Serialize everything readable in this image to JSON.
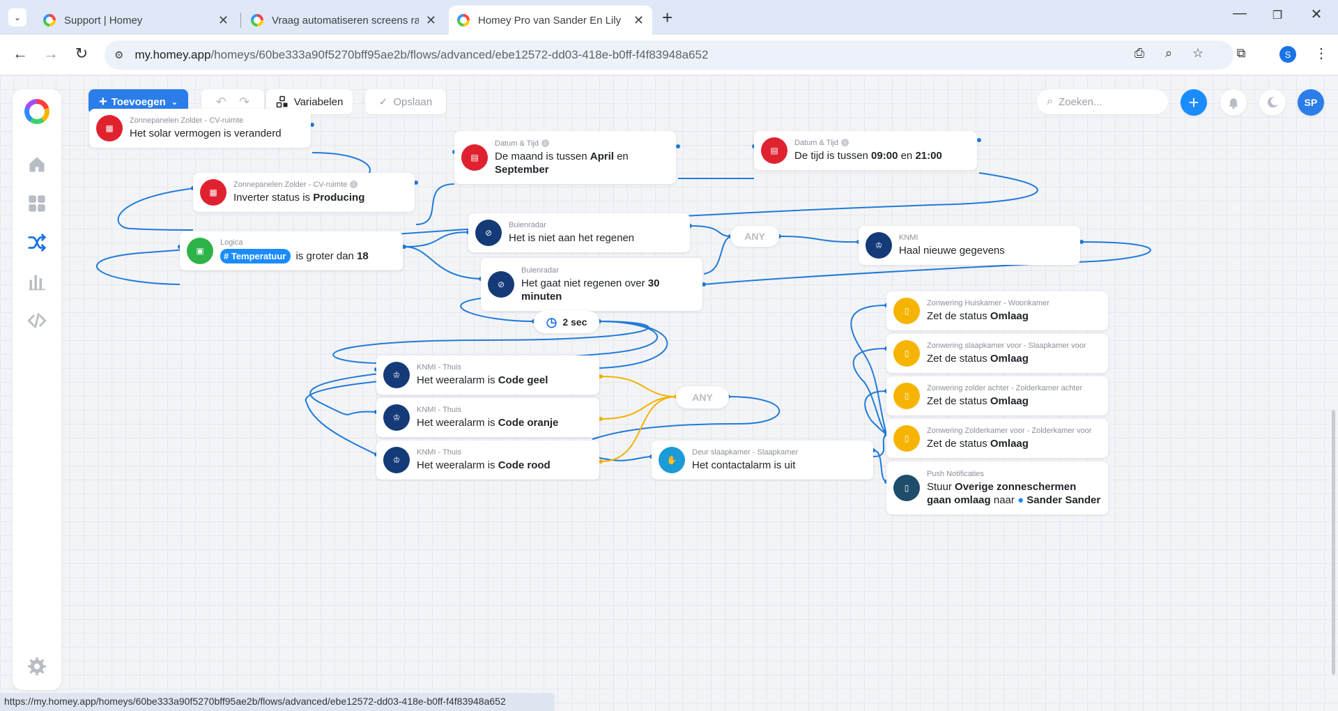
{
  "browser": {
    "tabs": [
      {
        "title": "Support | Homey"
      },
      {
        "title": "Vraag automatiseren screens ra"
      },
      {
        "title": "Homey Pro van Sander En Lily"
      }
    ],
    "url_host": "my.homey.app",
    "url_path": "/homeys/60be333a90f5270bff95ae2b/flows/advanced/ebe12572-dd03-418e-b0ff-f4f83948a652",
    "profile_initial": "S",
    "status_url": "https://my.homey.app/homeys/60be333a90f5270bff95ae2b/flows/advanced/ebe12572-dd03-418e-b0ff-f4f83948a652"
  },
  "toolbar": {
    "add_label": "Toevoegen",
    "variables_label": "Variabelen",
    "save_label": "Opslaan",
    "search_placeholder": "Zoeken...",
    "avatar_initials": "SP"
  },
  "cards": {
    "solar": {
      "sub": "Zonnepanelen Zolder - CV-ruimte",
      "text": "Het solar vermogen is veranderd"
    },
    "inverter": {
      "sub": "Zonnepanelen Zolder - CV-ruimte",
      "pre": "Inverter status is ",
      "bold": "Producing"
    },
    "month": {
      "sub": "Datum & Tijd",
      "pre": "De maand is tussen ",
      "b1": "April",
      "mid": " en ",
      "b2": "September"
    },
    "time": {
      "sub": "Datum & Tijd",
      "pre": "De tijd is tussen ",
      "b1": "09:00",
      "mid": " en ",
      "b2": "21:00"
    },
    "logic": {
      "sub": "Logica",
      "tag": "Temperatuur",
      "mid": " is groter dan ",
      "bold": "18"
    },
    "norain": {
      "sub": "Buienradar",
      "text": "Het is niet aan het regenen"
    },
    "norain30": {
      "sub": "Buienradar",
      "pre": "Het gaat niet regenen over ",
      "bold": "30 minuten"
    },
    "knmi_fetch": {
      "sub": "KNMI",
      "text": "Haal nieuwe gegevens"
    },
    "delay": {
      "text": "2 sec"
    },
    "any1": {
      "text": "ANY"
    },
    "any2": {
      "text": "ANY"
    },
    "alarm_geel": {
      "sub": "KNMI - Thuis",
      "pre": "Het weeralarm is ",
      "bold": "Code geel"
    },
    "alarm_oranje": {
      "sub": "KNMI - Thuis",
      "pre": "Het weeralarm is ",
      "bold": "Code oranje"
    },
    "alarm_rood": {
      "sub": "KNMI - Thuis",
      "pre": "Het weeralarm is ",
      "bold": "Code rood"
    },
    "door": {
      "sub": "Deur slaapkamer - Slaapkamer",
      "text": "Het contactalarm is uit"
    },
    "shade1": {
      "sub": "Zonwering Huiskamer - Woonkamer",
      "pre": "Zet de status ",
      "bold": "Omlaag"
    },
    "shade2": {
      "sub": "Zonwering slaapkamer voor - Slaapkamer voor",
      "pre": "Zet de status ",
      "bold": "Omlaag"
    },
    "shade3": {
      "sub": "Zonwering zolder achter - Zolderkamer achter",
      "pre": "Zet de status ",
      "bold": "Omlaag"
    },
    "shade4": {
      "sub": "Zonwering Zolderkamer voor - Zolderkamer voor",
      "pre": "Zet de status ",
      "bold": "Omlaag"
    },
    "push": {
      "sub": "Push Notificaties",
      "pre": "Stuur ",
      "bold": "Overige zonneschermen gaan omlaag",
      "mid": " naar ",
      "user": "Sander Sander"
    }
  },
  "colors": {
    "wire": "#1f7ad8",
    "wire_alt": "#f2b200",
    "accent": "#2b7de9"
  },
  "icons": {
    "nav": [
      "home-icon",
      "devices-grid-icon",
      "flows-shuffle-icon",
      "insights-chart-icon",
      "code-icon",
      "settings-gear-icon"
    ]
  }
}
